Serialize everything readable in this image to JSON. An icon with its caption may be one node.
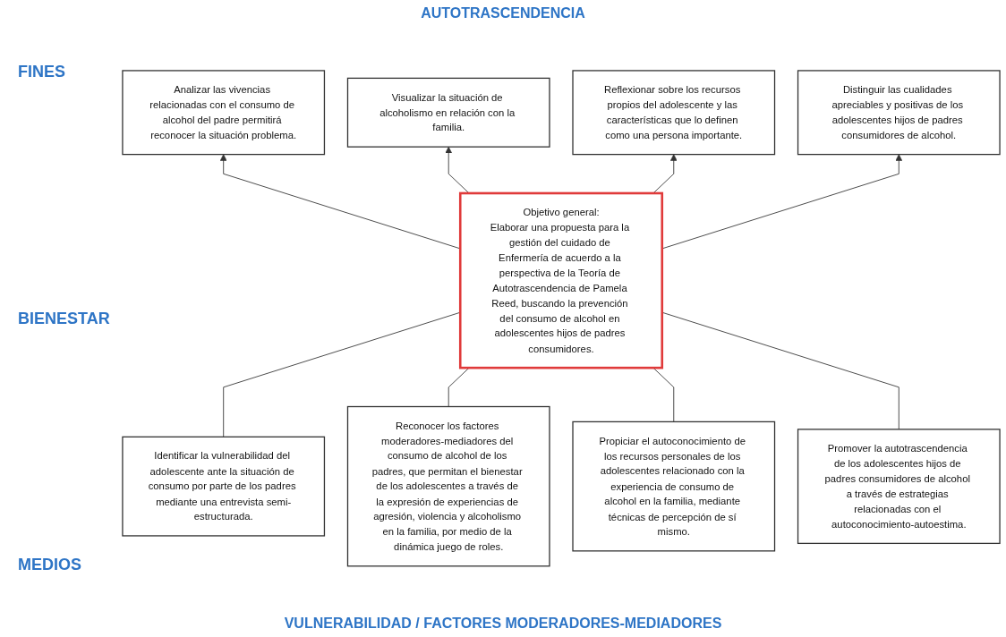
{
  "diagram": {
    "nodes": [
      {
        "text": [
          "Analizar las vivencias relacionadas con el consumo de alcohol del padre permitirá reconocer la situación problema."
        ]
      },
      {
        "text": [
          "Visualizar la situación de alcoholismo en relación con la familia."
        ]
      },
      {
        "text": [
          "Reflexionar sobre los recursos propios del adolescente y las características que lo definen como una persona importante."
        ]
      },
      {
        "text": [
          "Distinguir las cualidades apreciables y positivas de los adolescentes hijos de padres consumidores de alcohol."
        ]
      },
      {
        "text": [
          "Objetivo general:",
          "Elaborar una propuesta para la gestión del cuidado de Enfermería de acuerdo a la perspectiva de la Teoría de Autotrascendencia de Pamela Reed, buscando la prevención del consumo de alcohol en adolescentes hijos de padres consumidores."
        ]
      },
      {
        "text": [
          "Identificar la vulnerabilidad del adolescente ante la situación de consumo por parte de los padres mediante una entrevista semi-estructurada."
        ]
      },
      {
        "text": [
          "Reconocer los factores moderadores-mediadores del consumo de alcohol de los padres, que permitan el bienestar de los adolescentes a través de la expresión de experiencias de agresión, violencia y alcoholismo en la familia, por medio de la dinámica juego de roles."
        ]
      },
      {
        "text": [
          "Propiciar el autoconocimiento de los recursos personales de los adolescentes relacionado con la experiencia de consumo de alcohol en la familia, mediante técnicas de percepción de sí mismo."
        ]
      },
      {
        "text": [
          "Promover la autotrascendencia de los adolescentes hijos de padres consumidores de alcohol a través de estrategias relacionadas con el autoconocimiento-autoestima."
        ]
      }
    ],
    "edges": [
      {
        "from": 4,
        "to": 0,
        "arrow": "to"
      },
      {
        "from": 4,
        "to": 1,
        "arrow": "to"
      },
      {
        "from": 4,
        "to": 2,
        "arrow": "to"
      },
      {
        "from": 4,
        "to": 3,
        "arrow": "to"
      },
      {
        "from": 5,
        "to": 4,
        "arrow": "none"
      },
      {
        "from": 6,
        "to": 4,
        "arrow": "none"
      },
      {
        "from": 7,
        "to": 4,
        "arrow": "none"
      },
      {
        "from": 8,
        "to": 4,
        "arrow": "none"
      }
    ],
    "labels": [
      "AUTOTRASCENDENCIA",
      "FINES",
      "BIENESTAR",
      "MEDIOS",
      "VULNERABILIDAD / FACTORES MODERADORES-MEDIADORES"
    ]
  }
}
